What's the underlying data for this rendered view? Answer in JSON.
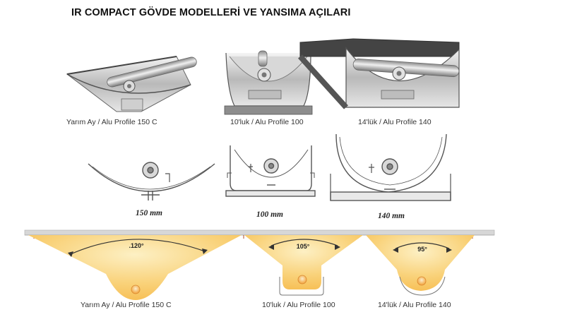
{
  "title": "IR COMPACT GÖVDE MODELLERİ VE YANSIMA AÇILARI",
  "models": [
    {
      "photo_label": "Yarım Ay / Alu Profile 150 C",
      "dimension": "150 mm",
      "beam_label": "Yarım Ay / Alu Profile 150 C",
      "beam_angle": ".120°"
    },
    {
      "photo_label": "10'luk / Alu Profile 100",
      "dimension": "100 mm",
      "beam_label": "10'luk / Alu Profile 100",
      "beam_angle": "105°"
    },
    {
      "photo_label": "14'lük / Alu Profile 140",
      "dimension": "140 mm",
      "beam_label": "14'lük / Alu Profile 140",
      "beam_angle": "95°"
    }
  ],
  "colors": {
    "beam": "#f7c254",
    "beam_core": "#fbe8a8",
    "ceiling": "#d7d7d7",
    "metal": "#9a9a9a"
  }
}
